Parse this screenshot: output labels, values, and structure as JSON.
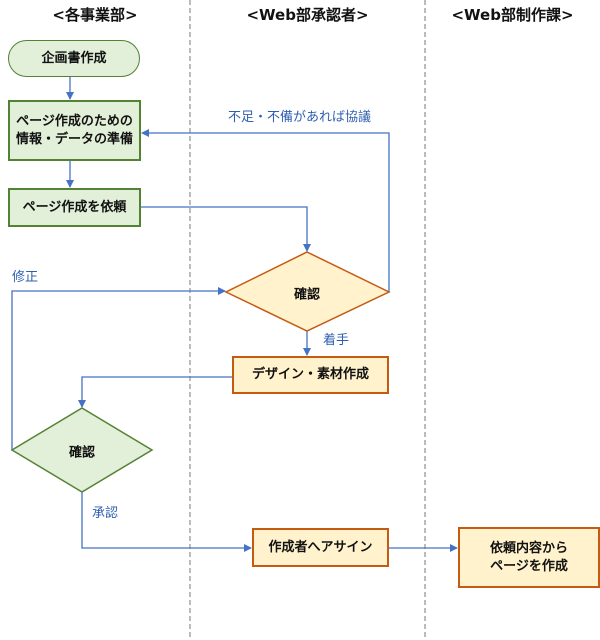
{
  "lanes": [
    {
      "title": "<各事業部>"
    },
    {
      "title": "<Web部承認者>"
    },
    {
      "title": "<Web部制作課>"
    }
  ],
  "nodes": {
    "start": {
      "text": "企画書作成",
      "type": "terminal"
    },
    "prepare": {
      "line1": "ページ作成のための",
      "line2": "情報・データの準備",
      "type": "process"
    },
    "request": {
      "text": "ページ作成を依頼",
      "type": "process"
    },
    "review1": {
      "text": "確認",
      "type": "decision"
    },
    "design": {
      "text": "デザイン・素材作成",
      "type": "process"
    },
    "review2": {
      "text": "確認",
      "type": "decision"
    },
    "assign": {
      "text": "作成者へアサイン",
      "type": "process"
    },
    "create": {
      "line1": "依頼内容から",
      "line2": "ページを作成",
      "type": "process"
    }
  },
  "edge_labels": {
    "insufficient": "不足・不備があれば協議",
    "revise": "修正",
    "start_work": "着手",
    "approve": "承認"
  },
  "colors": {
    "green_fill": "#e2efd9",
    "green_border": "#548235",
    "orange_fill": "#fff2cc",
    "orange_border": "#c55a11",
    "arrow": "#4472c4",
    "label": "#2f5fb0",
    "divider": "#a6a6a6"
  }
}
